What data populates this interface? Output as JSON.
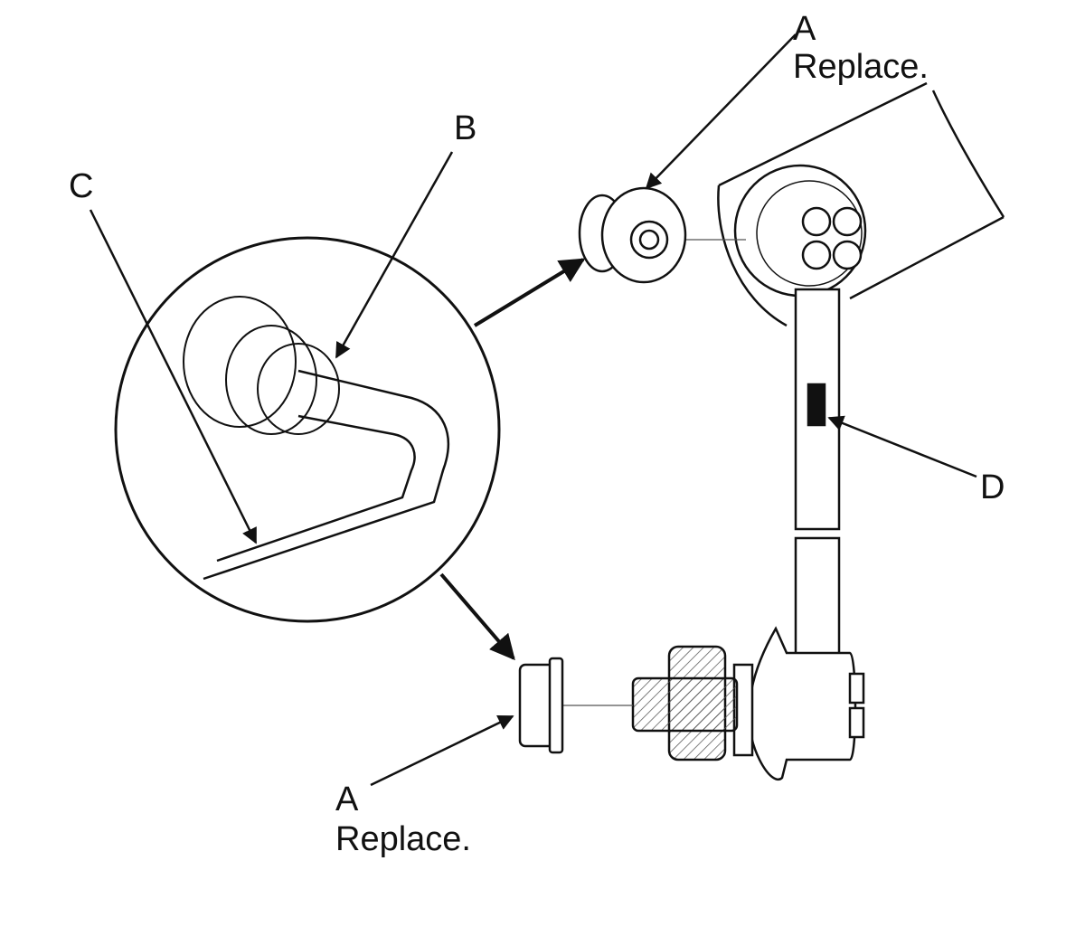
{
  "callouts": {
    "a_top": {
      "letter": "A",
      "note": "Replace."
    },
    "b": {
      "letter": "B"
    },
    "c": {
      "letter": "C"
    },
    "d": {
      "letter": "D"
    },
    "a_bottom": {
      "letter": "A",
      "note": "Replace."
    }
  },
  "colors": {
    "ink": "#111111",
    "paper": "#ffffff",
    "fine_line": "#555555"
  }
}
